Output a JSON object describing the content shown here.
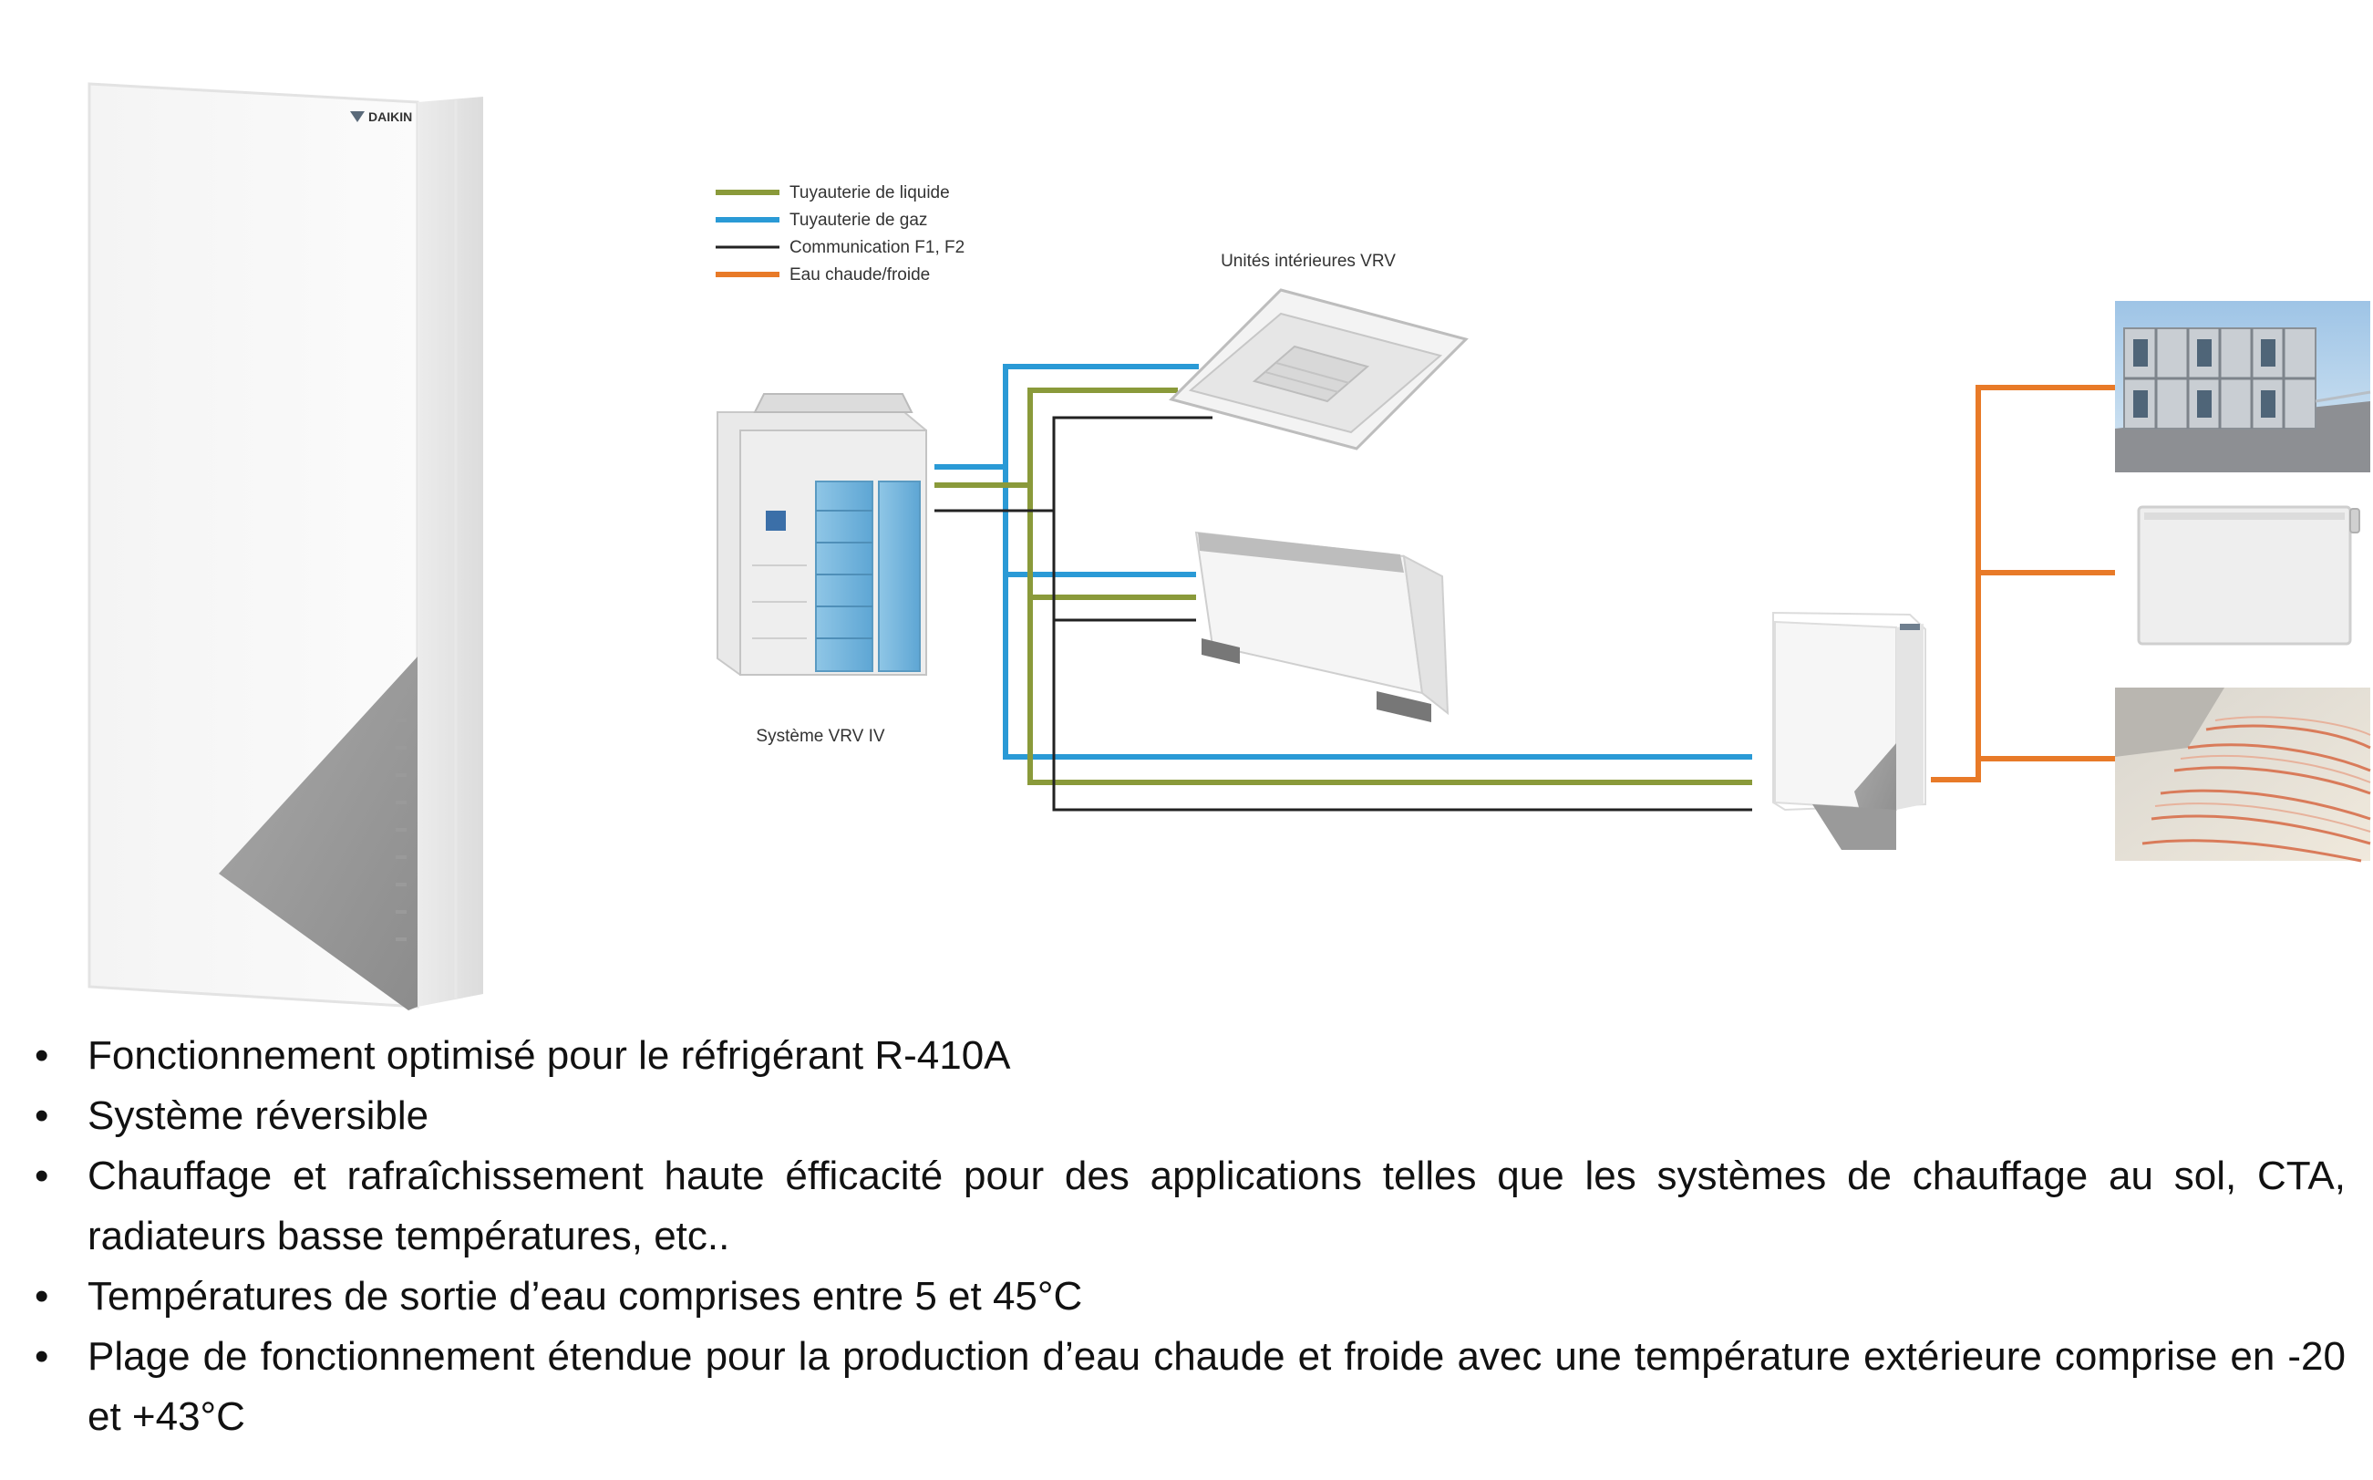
{
  "brand": "DAIKIN",
  "legend": {
    "items": [
      {
        "label": "Tuyauterie de liquide",
        "color": "#8a9a3a"
      },
      {
        "label": "Tuyauterie de gaz",
        "color": "#2a9ad6"
      },
      {
        "label": "Communication F1, F2",
        "color": "#222222"
      },
      {
        "label": "Eau chaude/froide",
        "color": "#e87a28"
      }
    ]
  },
  "labels": {
    "indoor_units": "Unités intérieures VRV",
    "outdoor_system": "Système VRV IV"
  },
  "bullets": [
    "Fonctionnement optimisé pour le réfrigérant R-410A",
    "Système réversible",
    "Chauffage et rafraîchissement haute éfficacité pour des applications telles que les systèmes de chauffage au sol, CTA, radiateurs basse températures, etc..",
    "Températures de sortie d’eau comprises entre 5 et 45°C",
    "Plage de fonctionnement étendue pour la production d’eau chaude et froide avec une température extérieure comprise en -20 et +43°C"
  ]
}
